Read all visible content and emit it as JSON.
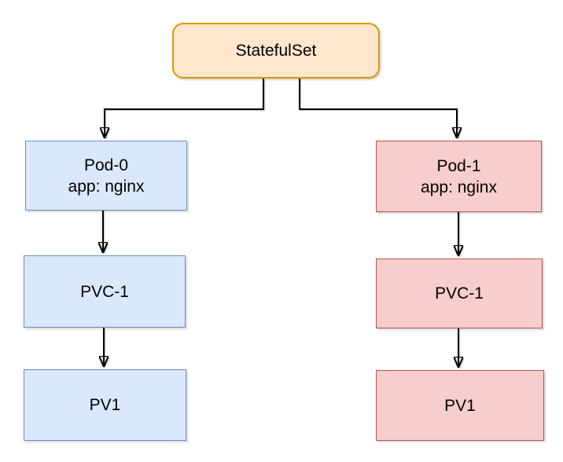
{
  "diagram": {
    "kind": "kubernetes-statefulset-tree",
    "background_color": "#FFFFFF",
    "edge_color": "#000000",
    "nodes": {
      "statefulset": {
        "label": "StatefulSet",
        "fill": "#FFE6CC",
        "border": "#D79B00",
        "shape": "rounded-rectangle"
      },
      "pod0": {
        "label": "Pod-0",
        "sublabel": "app: nginx",
        "fill": "#DAE8FC",
        "border": "#6C8EBF",
        "shape": "rectangle"
      },
      "pvc0": {
        "label": "PVC-1",
        "fill": "#DAE8FC",
        "border": "#6C8EBF",
        "shape": "rectangle"
      },
      "pv0": {
        "label": "PV1",
        "fill": "#DAE8FC",
        "border": "#6C8EBF",
        "shape": "rectangle"
      },
      "pod1": {
        "label": "Pod-1",
        "sublabel": "app: nginx",
        "fill": "#F8CECC",
        "border": "#B85450",
        "shape": "rectangle"
      },
      "pvc1": {
        "label": "PVC-1",
        "fill": "#F8CECC",
        "border": "#B85450",
        "shape": "rectangle"
      },
      "pv1": {
        "label": "PV1",
        "fill": "#F8CECC",
        "border": "#B85450",
        "shape": "rectangle"
      }
    },
    "edges": [
      {
        "from": "statefulset",
        "to": "pod0",
        "style": "elbow-arrow"
      },
      {
        "from": "statefulset",
        "to": "pod1",
        "style": "elbow-arrow"
      },
      {
        "from": "pod0",
        "to": "pvc0",
        "style": "straight-arrow"
      },
      {
        "from": "pvc0",
        "to": "pv0",
        "style": "straight-arrow"
      },
      {
        "from": "pod1",
        "to": "pvc1",
        "style": "straight-arrow"
      },
      {
        "from": "pvc1",
        "to": "pv1",
        "style": "straight-arrow"
      }
    ]
  }
}
